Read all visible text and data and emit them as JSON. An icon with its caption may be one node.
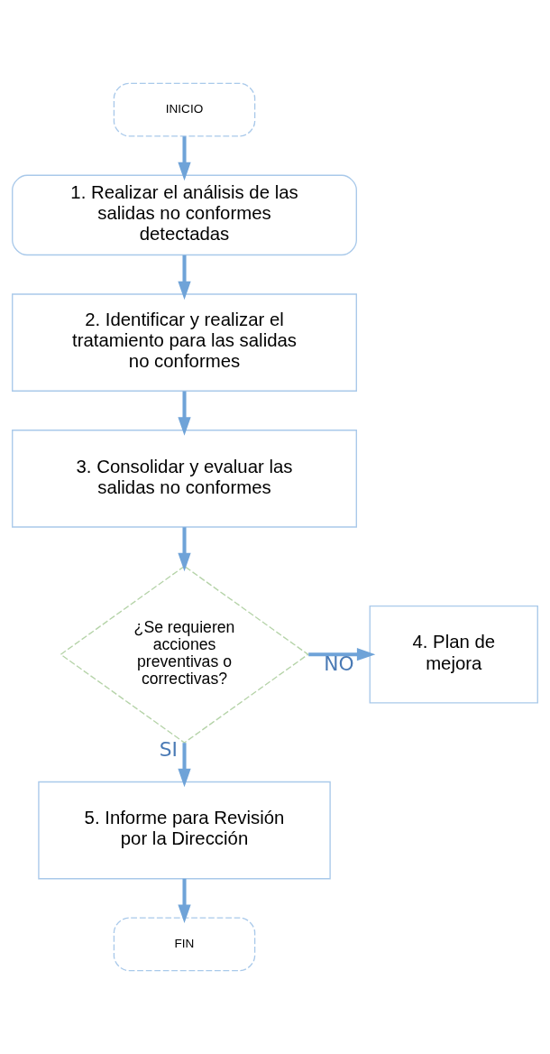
{
  "diagram": {
    "nodes": [
      {
        "text": [
          "INICIO"
        ]
      },
      {
        "text": [
          "1. Realizar el análisis de las salidas no conformes detectadas"
        ]
      },
      {
        "text": [
          "2. Identificar y realizar el tratamiento para las salidas no conformes"
        ]
      },
      {
        "text": [
          "3. Consolidar y evaluar las salidas no conformes"
        ]
      },
      {
        "text": [
          "¿Se requieren acciones preventivas o correctivas?"
        ]
      },
      {
        "text": [
          "4. Plan de mejora"
        ]
      },
      {
        "text": [
          "5. Informe para Revisión por la Dirección"
        ]
      },
      {
        "text": [
          "FIN"
        ]
      }
    ],
    "edges": [
      {
        "from": 0,
        "to": 1,
        "arrow": "to"
      },
      {
        "from": 1,
        "to": 2,
        "arrow": "to"
      },
      {
        "from": 2,
        "to": 3,
        "arrow": "to"
      },
      {
        "from": 3,
        "to": 4,
        "arrow": "to"
      },
      {
        "from": 4,
        "to": 5,
        "arrow": "to",
        "label": "NO"
      },
      {
        "from": 4,
        "to": 6,
        "arrow": "to",
        "label": "SI"
      },
      {
        "from": 6,
        "to": 7,
        "arrow": "to"
      }
    ]
  }
}
